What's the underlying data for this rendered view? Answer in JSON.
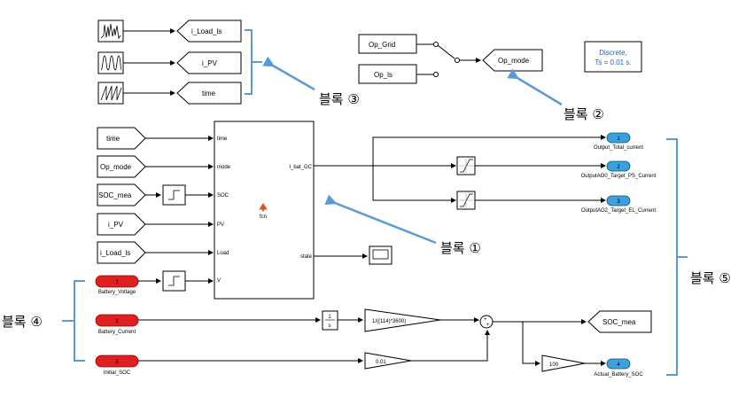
{
  "sources": {
    "load_ls_tag": "i_Load_ls",
    "pv_tag": "i_PV",
    "time_tag": "time"
  },
  "switches": {
    "op_grid": "Op_Grid",
    "op_ls": "Op_ls",
    "op_mode_tag": "Op_mode"
  },
  "powergui": {
    "line1": "Discrete,",
    "line2": "Ts = 0.01 s."
  },
  "inputs": {
    "time": "time",
    "op_mode": "Op_mode",
    "soc_mea": "SOC_mea",
    "i_pv": "i_PV",
    "i_load_ls": "i_Load_ls"
  },
  "fcn_block": {
    "port_time": "time",
    "port_mode": "mode",
    "port_soc": "SOC",
    "port_pv": "PV",
    "port_load": "Load",
    "port_v": "V",
    "out_ibat": "I_bat_GC",
    "out_state": "state",
    "label": "fcn"
  },
  "outputs": {
    "out1_num": "1",
    "out1_label": "Output_Total_current",
    "out2_num": "2",
    "out2_label": "OutputAO0_Target_PS_Current",
    "out3_num": "3",
    "out3_label": "OutputAO2_Target_EL_Current",
    "out4_num": "4",
    "out4_label": "Actual_Battery_SOC"
  },
  "battery_inputs": {
    "in1_num": "1",
    "in1_label": "Battery_Voltage",
    "in2_num": "2",
    "in2_label": "Battery_Current",
    "in3_num": "3",
    "in3_label": "Initial_SOC"
  },
  "math": {
    "integrator_num": "1",
    "integrator_den": "s",
    "gain_ah": "1/((114)*3600)",
    "gain_init": "0.01",
    "gain_100": "100",
    "sum_sign": "+",
    "soc_mea_tag": "SOC_mea"
  },
  "annotations": {
    "block1": "블록 ①",
    "block2": "블록 ②",
    "block3": "블록 ③",
    "block4": "블록 ④",
    "block5": "블록 ⑤"
  },
  "colors": {
    "annotation_blue": "#5b9bd5",
    "inport_red": "#e02020",
    "outport_blue": "#3aa0e0",
    "matlab_icon": "#d9531e"
  }
}
